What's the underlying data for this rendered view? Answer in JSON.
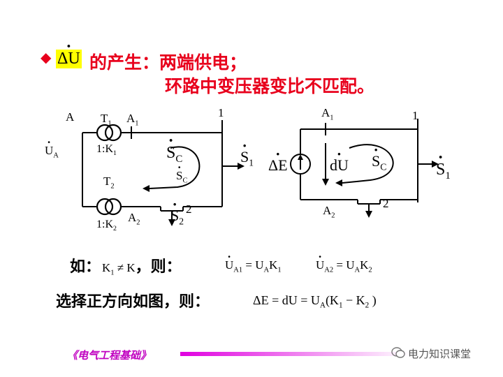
{
  "heading": {
    "bullet": "◆",
    "symbol": "ΔU",
    "line1": "的产生：两端供电；",
    "line2": "环路中变压器变比不匹配。"
  },
  "left_circuit": {
    "node_a": "A",
    "source_label": "U",
    "source_sub": "A",
    "t1": "T",
    "t1_sub": "1",
    "ratio1": "1:K",
    "ratio1_sub": "1",
    "a1": "A",
    "a1_sub": "1",
    "t2": "T",
    "t2_sub": "2",
    "ratio2": "1:K",
    "ratio2_sub": "2",
    "a2": "A",
    "a2_sub": "2",
    "bus1": "1",
    "bus2": "2",
    "sc_big": "S",
    "sc_big_sub": "C",
    "sc_small": "S",
    "sc_small_sub": "C",
    "s1": "S",
    "s1_sub": "1",
    "s2": "S",
    "s2_sub": "2"
  },
  "right_circuit": {
    "a1": "A",
    "a1_sub": "1",
    "a2": "A",
    "a2_sub": "2",
    "emf": "ΔE",
    "du": "dU",
    "sc": "S",
    "sc_sub": "C",
    "s1": "S",
    "s1_sub": "1",
    "bus1": "1",
    "bus2": "2"
  },
  "condition": {
    "prefix": "如：",
    "k1": "K",
    "k1_sub": "1",
    "neq": " ≠ K",
    "then": "，则：",
    "eq1_lhs": "U",
    "eq1_lhs_sub": "A1",
    "eq1_rhs": "= U",
    "eq1_rhs_sub": "A",
    "eq1_k": "K",
    "eq1_k_sub": "1",
    "eq2_lhs": "U",
    "eq2_lhs_sub": "A2",
    "eq2_rhs": "= U",
    "eq2_rhs_sub": "A",
    "eq2_k": "K",
    "eq2_k_sub": "2"
  },
  "direction": {
    "text": "选择正方向如图，则：",
    "eq_a": "ΔE = dU = U",
    "eq_a_sub": "A",
    "eq_b": "(K",
    "eq_b_sub": "1",
    "eq_c": " − K",
    "eq_c_sub": "2",
    "eq_d": " )"
  },
  "footer": {
    "left": "《电气工程基础》",
    "right": "电力知识课堂",
    "gradient_start": "#e000e0",
    "gradient_end": "#ffffff"
  },
  "colors": {
    "heading": "#e8001c",
    "highlight": "#ffff00"
  }
}
